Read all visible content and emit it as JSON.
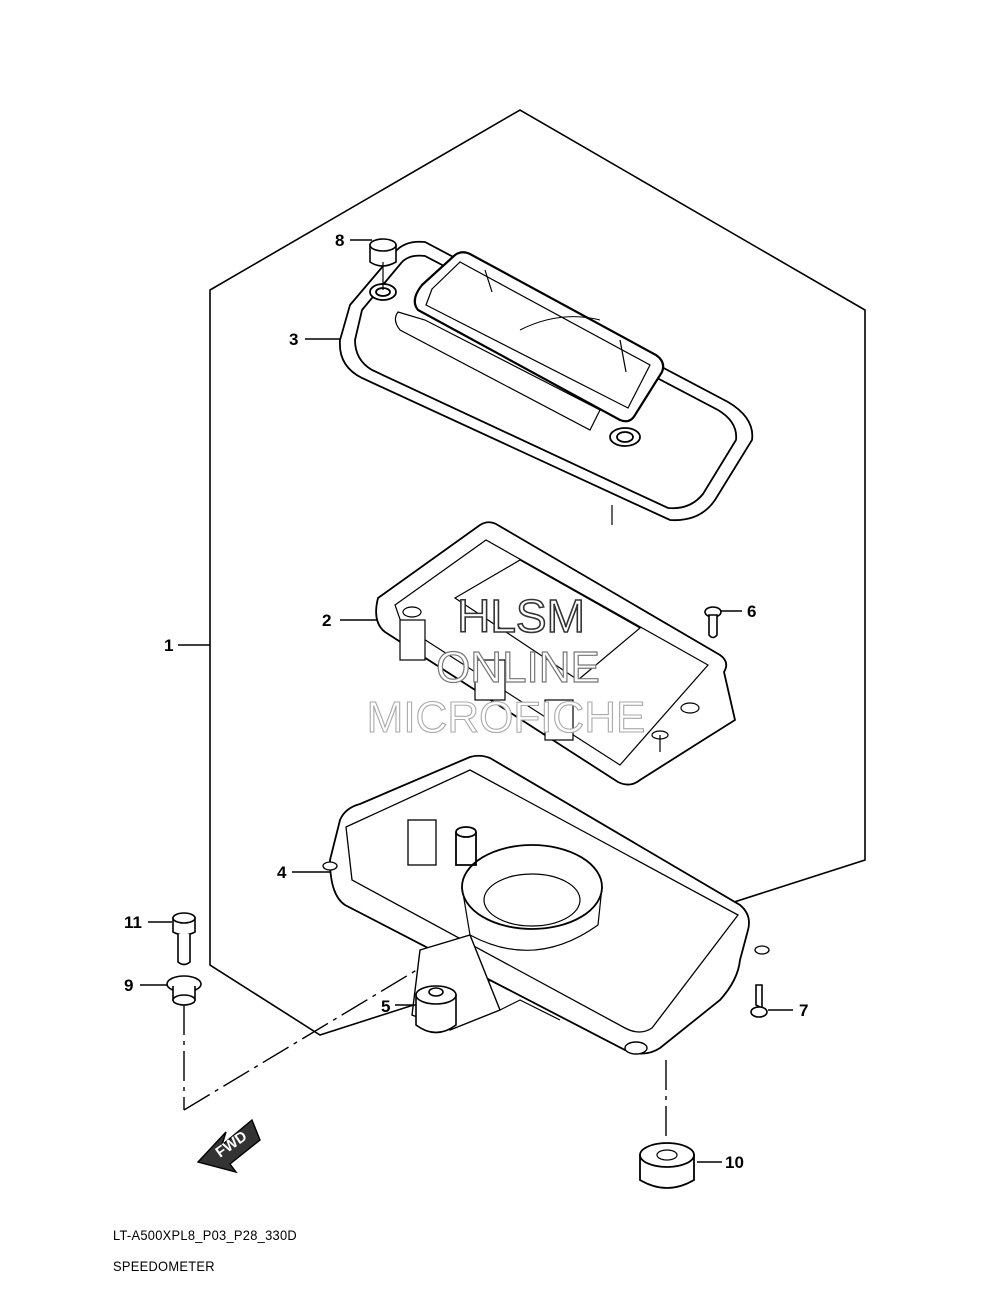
{
  "callouts": [
    {
      "id": "1",
      "label": "1"
    },
    {
      "id": "2",
      "label": "2"
    },
    {
      "id": "3",
      "label": "3"
    },
    {
      "id": "4",
      "label": "4"
    },
    {
      "id": "5",
      "label": "5"
    },
    {
      "id": "6",
      "label": "6"
    },
    {
      "id": "7",
      "label": "7"
    },
    {
      "id": "8",
      "label": "8"
    },
    {
      "id": "9",
      "label": "9"
    },
    {
      "id": "10",
      "label": "10"
    },
    {
      "id": "11",
      "label": "11"
    }
  ],
  "watermark": {
    "line1": "HLSM",
    "line2": "ONLINE",
    "line3": "MICROFICHE"
  },
  "fwd_label": "FWD",
  "footer": {
    "code": "LT-A500XPL8_P03_P28_330D",
    "title": "SPEEDOMETER"
  }
}
